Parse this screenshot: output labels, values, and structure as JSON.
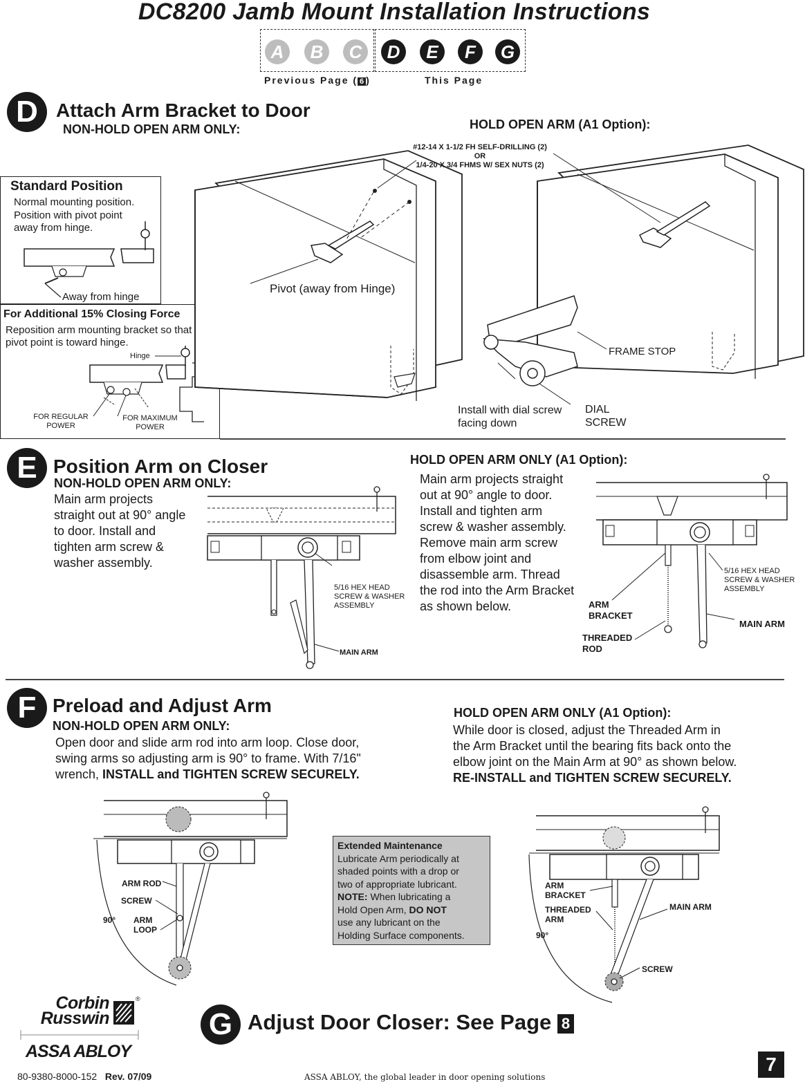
{
  "header": {
    "title": "DC8200 Jamb Mount Installation Instructions",
    "steps": [
      "A",
      "B",
      "C",
      "D",
      "E",
      "F",
      "G"
    ],
    "previous_label": "Previous Page (",
    "previous_page": "6",
    "previous_close": ")",
    "this_label": "This Page"
  },
  "section_d": {
    "badge": "D",
    "title": "Attach Arm Bracket to Door",
    "non_hold": "NON-HOLD OPEN ARM ONLY:",
    "hold": "HOLD OPEN ARM (A1 Option):",
    "standard_title": "Standard Position",
    "standard_text": [
      "Normal mounting position.",
      "Position with pivot point",
      "away from hinge."
    ],
    "away_label": "Away from hinge",
    "additional_title": "For Additional 15% Closing Force",
    "additional_text": [
      "Reposition arm mounting bracket so that",
      "pivot point is toward hinge."
    ],
    "hinge_label": "Hinge",
    "regular_label": [
      "FOR REGULAR",
      "POWER"
    ],
    "maximum_label": [
      "FOR MAXIMUM",
      "POWER"
    ],
    "screw_spec": [
      "#12-14 X 1-1/2 FH SELF-DRILLING (2)",
      "OR",
      "1/4-20 X 3/4 FHMS W/ SEX NUTS (2)"
    ],
    "pivot_label": "Pivot (away from Hinge)",
    "frame_stop": "FRAME STOP",
    "dial_note": [
      "Install with dial screw",
      "facing down"
    ],
    "dial_screw": [
      "DIAL",
      "SCREW"
    ]
  },
  "section_e": {
    "badge": "E",
    "title": "Position Arm on Closer",
    "non_hold": "NON-HOLD OPEN ARM ONLY:",
    "non_hold_text": [
      "Main arm projects",
      "straight out at 90° angle",
      "to door.  Install and",
      "tighten arm screw &",
      "washer assembly."
    ],
    "hex_label": [
      "5/16 HEX HEAD",
      "SCREW & WASHER",
      "ASSEMBLY"
    ],
    "main_arm": "MAIN ARM",
    "hold": "HOLD OPEN ARM ONLY (A1 Option):",
    "hold_text": [
      "Main arm projects straight",
      "out at 90° angle to door.",
      "Install and tighten arm",
      "screw & washer assembly.",
      "Remove main arm screw",
      "from elbow joint and",
      "disassemble arm.  Thread",
      "the rod into the Arm Bracket",
      "as shown below."
    ],
    "hex_label_r": [
      "5/16 HEX HEAD",
      "SCREW & WASHER",
      "ASSEMBLY"
    ],
    "arm_bracket": [
      "ARM",
      "BRACKET"
    ],
    "threaded_rod": [
      "THREADED",
      "ROD"
    ],
    "main_arm_r": "MAIN ARM"
  },
  "section_f": {
    "badge": "F",
    "title": "Preload and Adjust Arm",
    "non_hold": "NON-HOLD OPEN ARM ONLY:",
    "non_hold_text_1": "Open door and slide arm rod into arm loop. Close door,",
    "non_hold_text_2": "swing arms so adjusting arm is 90° to frame. With 7/16\"",
    "non_hold_text_3": "wrench, ",
    "non_hold_bold": "INSTALL and TIGHTEN SCREW SECURELY.",
    "hold": "HOLD OPEN ARM ONLY (A1 Option):",
    "hold_text": [
      "While door is closed, adjust the Threaded Arm in",
      "the Arm Bracket until the bearing fits back onto the",
      "elbow joint on the Main Arm at 90° as shown below."
    ],
    "hold_bold": "RE-INSTALL and TIGHTEN SCREW SECURELY.",
    "arm_rod": "ARM ROD",
    "screw": "SCREW",
    "angle": "90°",
    "arm_loop": [
      "ARM",
      "LOOP"
    ],
    "arm_bracket": [
      "ARM",
      "BRACKET"
    ],
    "threaded_arm": [
      "THREADED",
      "ARM"
    ],
    "main_arm": "MAIN ARM",
    "angle_r": "90°",
    "screw_r": "SCREW",
    "maintenance_title": "Extended Maintenance",
    "maintenance_text": [
      "Lubricate Arm periodically at",
      "shaded points with a drop or",
      "two of appropriate lubricant."
    ],
    "note_label": "NOTE:",
    "note_text": " When lubricating a",
    "note_line2a": "Hold Open Arm, ",
    "note_bold": "DO NOT",
    "note_line3": "use any lubricant on the",
    "note_line4": "Holding Surface components."
  },
  "section_g": {
    "badge": "G",
    "title": "Adjust Door Closer: See Page",
    "page": "8"
  },
  "footer": {
    "brand_1": "Corbin",
    "brand_2": "Russwin",
    "reg": "®",
    "parent": "ASSA ABLOY",
    "doc_number": "80-9380-8000-152",
    "revision": "Rev. 07/09",
    "tagline": "ASSA ABLOY, the global leader in door opening solutions",
    "page_number": "7"
  }
}
